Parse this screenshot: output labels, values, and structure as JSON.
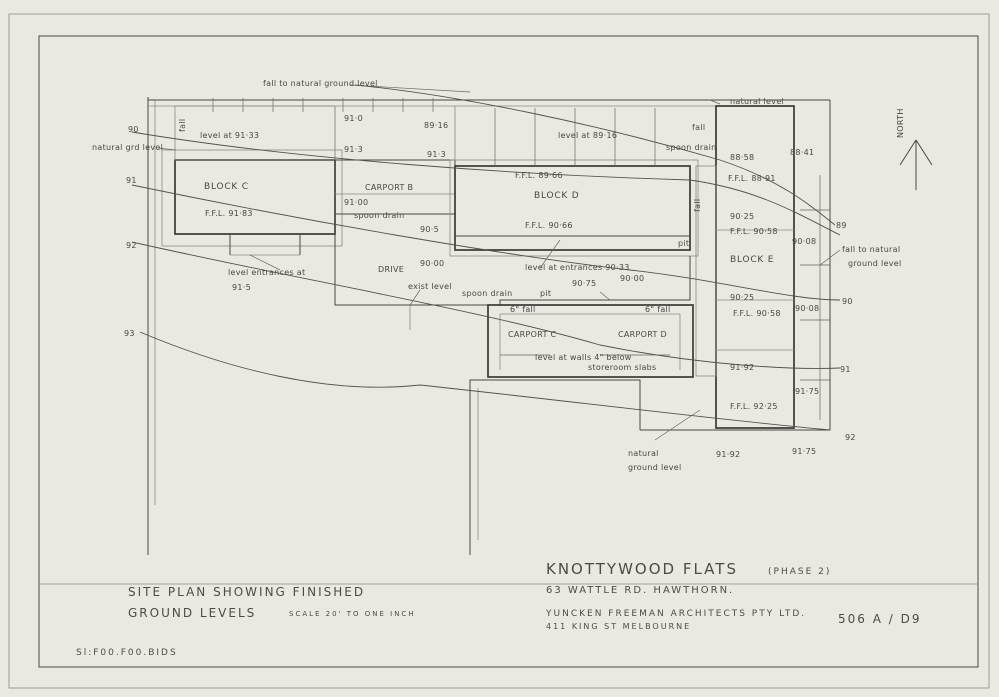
{
  "title_block": {
    "project": "KNOTTYWOOD FLATS",
    "phase": "(PHASE 2)",
    "address": "63 WATTLE RD. HAWTHORN.",
    "architect": "YUNCKEN FREEMAN ARCHITECTS PTY LTD.",
    "architect_address": "411 KING ST MELBOURNE",
    "drawing_no": "506 A / D9",
    "drawing_title_1": "SITE PLAN SHOWING FINISHED",
    "drawing_title_2": "GROUND LEVELS",
    "scale": "SCALE  20' TO ONE INCH",
    "stamp": "Sl:F00.F00.BIDS"
  },
  "north_label": "NORTH",
  "buildings": {
    "block_c": "BLOCK C",
    "block_d": "BLOCK D",
    "block_e": "BLOCK E",
    "carport_b": "CARPORT B",
    "carport_c": "CARPORT C",
    "carport_d": "CARPORT D",
    "drive": "DRIVE"
  },
  "contour_labels": [
    "90",
    "91",
    "92",
    "93",
    "89",
    "90",
    "91",
    "92"
  ],
  "annotations": {
    "fall_top": "fall to natural ground level",
    "natural_level_top": "natural level",
    "natural_grd_level": "natural grd level",
    "fall_left": "fall",
    "level_c": "level at 91·33",
    "level_d": "level at 89·16",
    "spoon_drain_top": "spoon drain",
    "fall_right": "fall",
    "spoon_drain_mid": "spoon drain",
    "level_entrances_c_1": "level entrances at",
    "level_entrances_c_2": "91·5",
    "level_entrances_d": "level at entrances 90·33",
    "exist_level": "exist level",
    "spoon_drain_low": "spoon drain",
    "pit_1": "pit",
    "pit_2": "pit",
    "fall_6_left": "6\" fall",
    "fall_6_right": "6\" fall",
    "level_walls": "level at walls 4\" below",
    "storeroom": "storeroom slabs",
    "fall_natural_right_1": "fall to natural",
    "fall_natural_right_2": "ground level",
    "natural_ground_1": "natural",
    "natural_ground_2": "ground level",
    "fall_vertical": "fall"
  },
  "levels": {
    "l_91_0": "91·0",
    "l_89_16_top": "89·16",
    "l_91_3": "91·3",
    "l_91_3b": "91·3",
    "ffl_c": "F.F.L. 91·83",
    "l_91_00": "91·00",
    "ffl_d_top": "F.F.L. 89·66",
    "ffl_d_bot": "F.F.L. 90·66",
    "l_90_5": "90·5",
    "l_90_00_drive": "90·00",
    "l_90_75": "90·75",
    "l_90_00_right": "90·00",
    "l_88_58": "88·58",
    "l_88_41": "88·41",
    "ffl_e1": "F.F.L. 88·91",
    "l_90_25a": "90·25",
    "ffl_e2": "F.F.L. 90·58",
    "l_90_08a": "90·08",
    "l_90_25b": "90·25",
    "ffl_e3": "F.F.L. 90·58",
    "l_90_08b": "90·08",
    "l_91_92a": "91·92",
    "l_91_75a": "91·75",
    "ffl_e4": "F.F.L. 92·25",
    "l_91_92b": "91·92",
    "l_91_75b": "91·75"
  }
}
